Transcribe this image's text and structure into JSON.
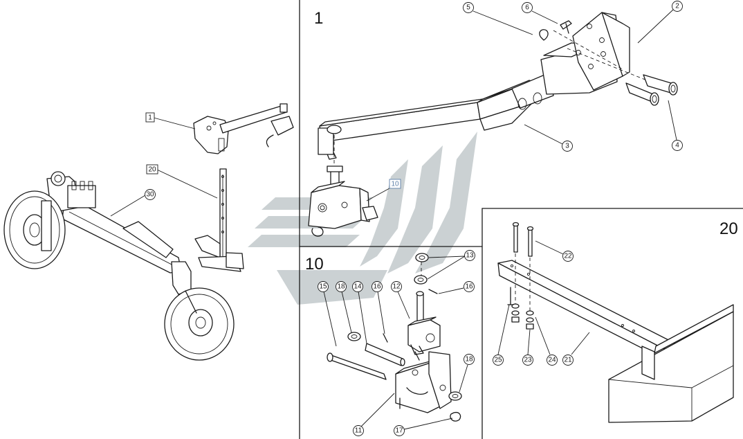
{
  "panels": {
    "top_right": "1",
    "bottom_middle": "10",
    "bottom_right": "20"
  },
  "overview_labels": {
    "hitch": "1",
    "shank": "20",
    "axle": "30"
  },
  "hitch_callouts": {
    "c2": "2",
    "c3": "3",
    "c4": "4",
    "c5": "5",
    "c6": "6",
    "sub_assembly": "10"
  },
  "pivot_callouts": {
    "c11": "11",
    "c12": "12",
    "c13": "13",
    "c14": "14",
    "c15": "15",
    "c16a": "16",
    "c16b": "16",
    "c17": "17",
    "c18a": "18",
    "c18b": "18"
  },
  "shank_callouts": {
    "c21": "21",
    "c22": "22",
    "c23": "23",
    "c24": "24",
    "c25": "25"
  }
}
